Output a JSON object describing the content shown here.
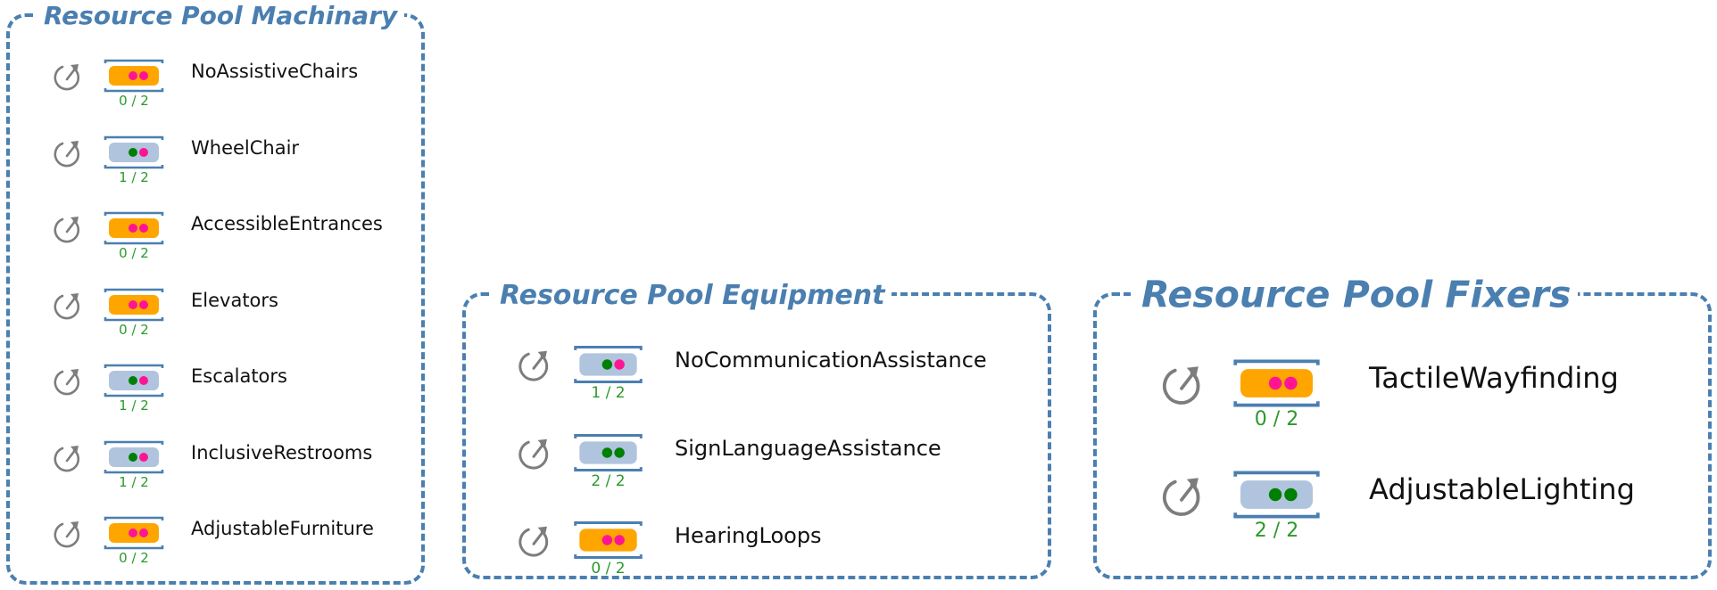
{
  "colors": {
    "border": "#4a7fb0",
    "busy_fill": "#ffa500",
    "idle_fill": "#b0c4de",
    "busy_dot": "#ff1493",
    "idle_dot": "#008000",
    "count_text": "#2a9a2a"
  },
  "pools": [
    {
      "title": "Resource Pool Machinary",
      "items": [
        {
          "label": "NoAssistiveChairs",
          "count": "0 / 2",
          "busy": 2,
          "capacity": 2,
          "icon": "clock-arrow-icon"
        },
        {
          "label": "WheelChair",
          "count": "1 / 2",
          "busy": 1,
          "capacity": 2,
          "icon": "clock-arrow-icon"
        },
        {
          "label": "AccessibleEntrances",
          "count": "0 / 2",
          "busy": 2,
          "capacity": 2,
          "icon": "clock-arrow-icon"
        },
        {
          "label": "Elevators",
          "count": "0 / 2",
          "busy": 2,
          "capacity": 2,
          "icon": "clock-arrow-icon"
        },
        {
          "label": "Escalators",
          "count": "1 / 2",
          "busy": 1,
          "capacity": 2,
          "icon": "clock-arrow-icon"
        },
        {
          "label": "InclusiveRestrooms",
          "count": "1 / 2",
          "busy": 1,
          "capacity": 2,
          "icon": "clock-arrow-icon"
        },
        {
          "label": "AdjustableFurniture",
          "count": "0 / 2",
          "busy": 2,
          "capacity": 2,
          "icon": "clock-arrow-icon"
        }
      ]
    },
    {
      "title": "Resource Pool Equipment",
      "items": [
        {
          "label": "NoCommunicationAssistance",
          "count": "1 / 2",
          "busy": 1,
          "capacity": 2,
          "icon": "clock-arrow-icon"
        },
        {
          "label": "SignLanguageAssistance",
          "count": "2 / 2",
          "busy": 0,
          "capacity": 2,
          "icon": "clock-arrow-icon"
        },
        {
          "label": "HearingLoops",
          "count": "0 / 2",
          "busy": 2,
          "capacity": 2,
          "icon": "clock-arrow-icon"
        }
      ]
    },
    {
      "title": "Resource Pool Fixers",
      "items": [
        {
          "label": "TactileWayfinding",
          "count": "0 / 2",
          "busy": 2,
          "capacity": 2,
          "icon": "clock-arrow-icon"
        },
        {
          "label": "AdjustableLighting",
          "count": "2 / 2",
          "busy": 0,
          "capacity": 2,
          "icon": "clock-arrow-icon"
        }
      ]
    }
  ]
}
